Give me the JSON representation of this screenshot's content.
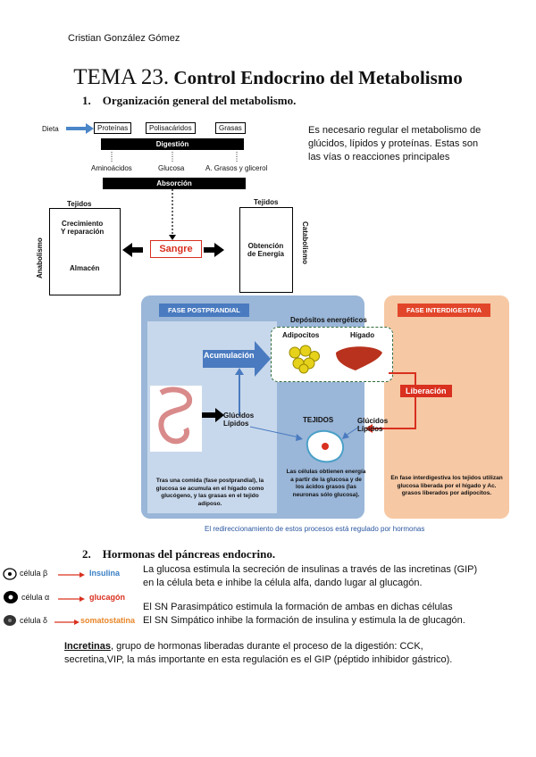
{
  "author": "Cristian González Gómez",
  "title": {
    "prefix": "TEMA 23.",
    "text": "Control Endocrino del Metabolismo"
  },
  "section1": {
    "num": "1.",
    "heading": "Organización general del metabolismo."
  },
  "section1_text": "Es necesario regular el metabolismo de glúcidos, lípidos y proteínas. Estas son las vías o reacciones principales",
  "diagram1": {
    "dieta": "Dieta",
    "nutrients": [
      "Proteínas",
      "Polisacáridos",
      "Grasas"
    ],
    "digestion": "Digestión",
    "products": [
      "Aminoácidos",
      "Glucosa",
      "A. Grasos y glicerol"
    ],
    "absorcion": "Absorción",
    "tejidos_left": "Tejidos",
    "tejidos_right": "Tejidos",
    "crecimiento": "Crecimiento\nY reparación",
    "almacen": "Almacén",
    "anabolismo": "Anabolismo",
    "sangre": "Sangre",
    "obtencion": "Obtención\nde Energía",
    "catabolismo": "Catabolismo"
  },
  "figure": {
    "fase_post": "FASE POSTPRANDIAL",
    "fase_inter": "FASE INTERDIGESTIVA",
    "depositos": "Depósitos energéticos",
    "adipocitos": "Adipocitos",
    "higado": "Hígado",
    "acumulacion": "Acumulación",
    "liberacion": "Liberación",
    "glucidos_lipidos_left": "Glúcidos\nLípidos",
    "tejidos": "TEJIDOS",
    "glucidos_lipidos_right": "Glúcidos\nLípidos",
    "caption_left": "Tras una comida (fase postprandial), la glucosa se acumula en el hígado como glucógeno, y las grasas en el tejido adiposo.",
    "caption_mid": "Las células obtienen energía a partir de la glucosa y de los ácidos grasos (las neuronas sólo glucosa).",
    "caption_right": "En fase interdigestiva los tejidos utilizan glucosa liberada por el hígado y Ac. grasos liberados por adipocitos.",
    "footer": "El redireccionamiento de estos procesos está regulado por hormonas"
  },
  "section2": {
    "num": "2.",
    "heading": "Hormonas del páncreas endocrino."
  },
  "cells": [
    {
      "cell": "célula β",
      "hormone": "Insulina",
      "color": "#3a7fc4"
    },
    {
      "cell": "célula α",
      "hormone": "glucagón",
      "color": "#d9301f"
    },
    {
      "cell": "célula δ",
      "hormone": "somatostatina",
      "color": "#e8862a"
    }
  ],
  "section2_text1": "La glucosa estimula la secreción de insulinas a través de las incretinas (GIP) en la célula beta e inhibe la célula alfa, dando lugar al glucagón.",
  "section2_text2": "El SN Parasimpático estimula la formación de ambas en dichas células",
  "section2_text3": "El SN Simpático inhibe la formación de insulina y estimula la de glucagón.",
  "incretinas": {
    "term": "Incretinas",
    "text": ", grupo de hormonas liberadas durante el proceso de la digestión: CCK, secretina,VIP, la más importante en esta regulación es el GIP (péptido inhibidor gástrico)."
  }
}
